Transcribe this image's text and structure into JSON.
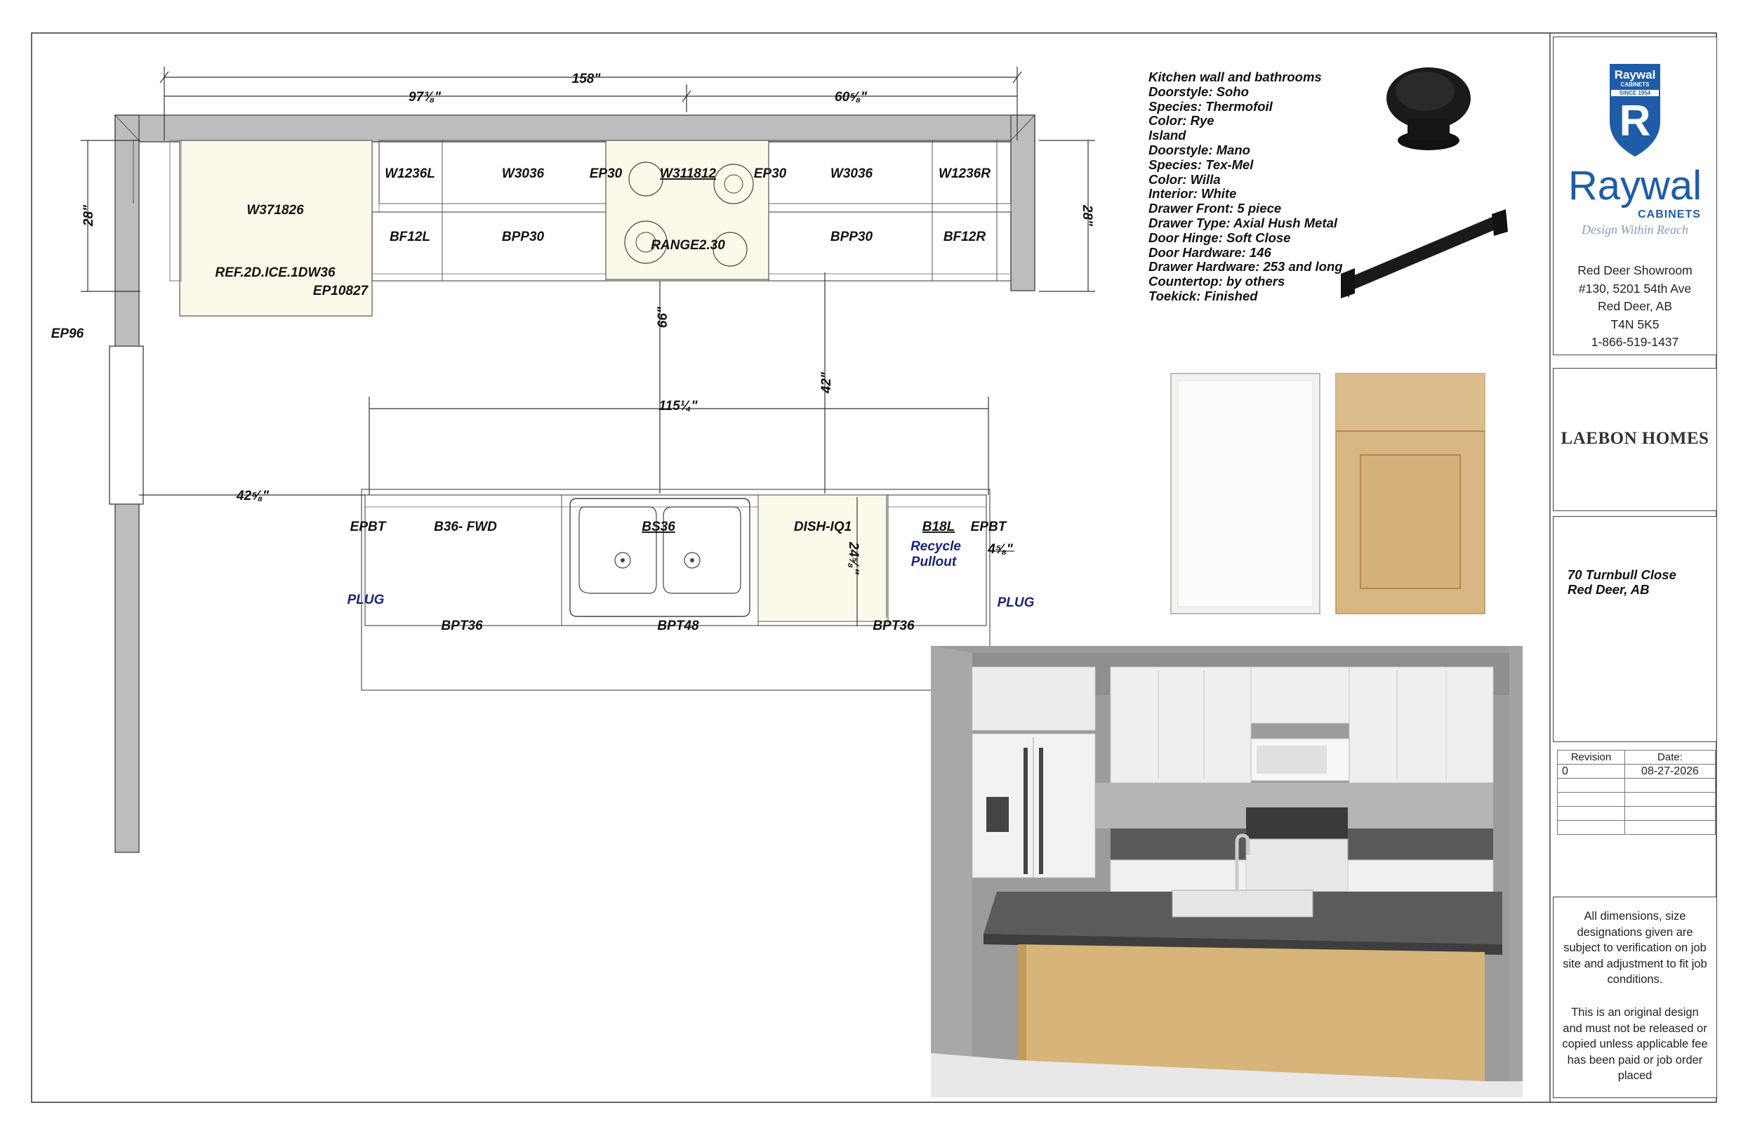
{
  "plan": {
    "dims": {
      "overall": "158\"",
      "left_run": "97⅜\"",
      "right_run": "60⅝\"",
      "left_depth": "28\"",
      "right_depth": "28\"",
      "aisle_left": "66\"",
      "aisle_right": "42\"",
      "island_length": "115¼\"",
      "island_offset": "42⅝\"",
      "dish_depth": "24⅝\"",
      "end_panel": "4⅝\""
    },
    "labels": {
      "w371826": "W371826",
      "ref": "REF.2D.ICE.1DW36",
      "ep10827": "EP10827",
      "ep96": "EP96",
      "w1236l": "W1236L",
      "w3036a": "W3036",
      "ep30a": "EP30",
      "w311812": "W311812",
      "ep30b": "EP30",
      "w3036b": "W3036",
      "w1236r": "W1236R",
      "bf12l": "BF12L",
      "bpp30a": "BPP30",
      "range": "RANGE2.30",
      "bpp30b": "BPP30",
      "bf12r": "BF12R",
      "epbt_l": "EPBT",
      "b36": "B36- FWD",
      "bs36": "BS36",
      "dish": "DISH-IQ1",
      "b18l": "B18L",
      "epbt_r": "EPBT",
      "recycle1": "Recycle",
      "recycle2": "Pullout",
      "plug_l": "PLUG",
      "plug_r": "PLUG",
      "bpt36a": "BPT36",
      "bpt48": "BPT48",
      "bpt36b": "BPT36"
    }
  },
  "specs": [
    "Kitchen wall and bathrooms",
    "Doorstyle: Soho",
    "Species: Thermofoil",
    "Color: Rye",
    "Island",
    "Doorstyle: Mano",
    "Species: Tex-Mel",
    "Color: Willa",
    "Interior: White",
    "Drawer Front: 5 piece",
    "Drawer Type: Axial Hush Metal",
    "Door Hinge: Soft Close",
    "Door Hardware: 146",
    "Drawer Hardware: 253 and long",
    "Countertop: by others",
    "Toekick: Finished"
  ],
  "title_block": {
    "logo_top": "Raywal",
    "logo_small": "CABINETS",
    "logo_since": "SINCE 1954",
    "logo_letter": "R",
    "brand_name": "Raywal",
    "brand_sub": "CABINETS",
    "tagline": "Design Within Reach",
    "showroom": [
      "Red Deer Showroom",
      "#130, 5201 54th Ave",
      "Red Deer, AB",
      "T4N 5K5",
      "1-866-519-1437"
    ],
    "client": "LAEBON HOMES",
    "address_line1": "70 Turnbull Close",
    "address_line2": "Red Deer, AB",
    "revision_header": "Revision",
    "date_header": "Date:",
    "revision": "0",
    "date": "08-27-2026",
    "disclaimer1": "All dimensions, size designations given are subject to verification on job site and adjustment to fit job conditions.",
    "disclaimer2": "This is an original design and must not be released or copied unless applicable fee has been paid or job order placed"
  },
  "colors": {
    "wall": "#bdbdbd",
    "fridge_fill": "#fcf9ea",
    "island_wood": "#d6b47a",
    "rye": "#f3f2ee",
    "logo_blue": "#1f5ca8"
  }
}
